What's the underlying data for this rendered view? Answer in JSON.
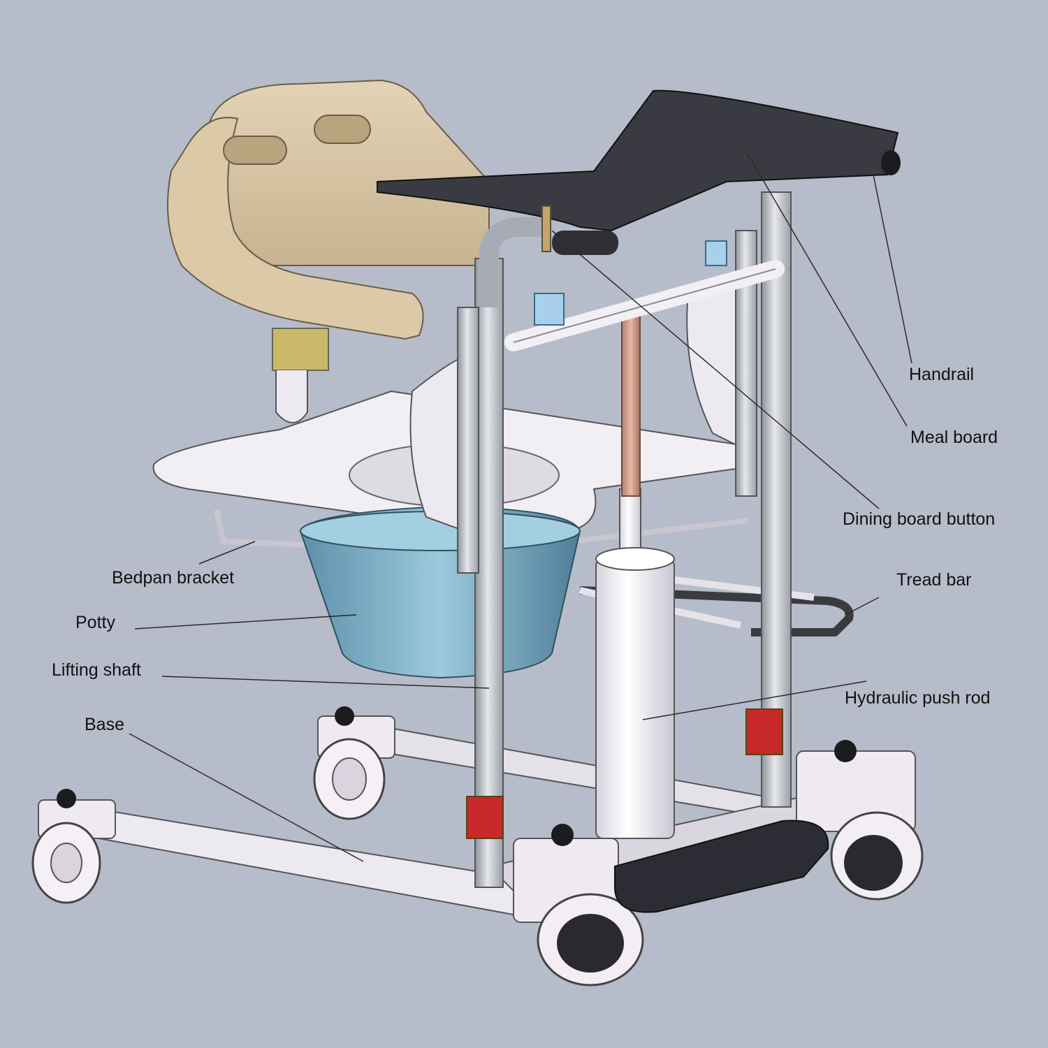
{
  "colors": {
    "background": "#b6bcc9",
    "frame": "#e9e6ee",
    "seat_back": "#d9c7a6",
    "tray": "#3a3a42",
    "potty": "#7fb4cc",
    "accent_red": "#c8282a",
    "pedal": "#2b2b33"
  },
  "callouts": {
    "handrail": "Handrail",
    "meal_board": "Meal board",
    "dining_board_button": "Dining board button",
    "tread_bar": "Tread bar",
    "hydraulic_push_rod": "Hydraulic push rod",
    "bedpan_bracket": "Bedpan bracket",
    "potty": "Potty",
    "lifting_shaft": "Lifting shaft",
    "base": "Base"
  }
}
